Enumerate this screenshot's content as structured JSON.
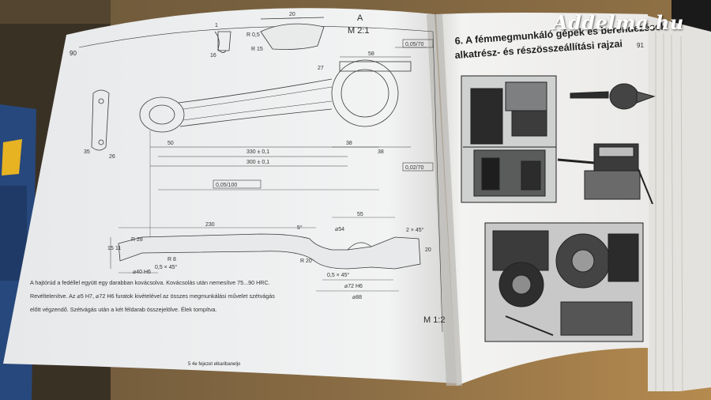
{
  "watermark": "Addelma.hu",
  "left_page": {
    "page_number": "90",
    "footer": "5 4e fejezet elkaribaneljo",
    "drawing": {
      "detail_label": "A",
      "detail_scale": "M 2:1",
      "main_scale": "M 1:2",
      "dims": {
        "d20": "20",
        "r05": "R 0,5",
        "r15": "R 15",
        "d1": "1",
        "d16": "16",
        "d58": "58",
        "d27": "27",
        "d330": "330 ± 0,1",
        "d300": "300 ± 0,1",
        "d38a": "38",
        "d38b": "38",
        "d50": "50",
        "d35": "35",
        "d26": "26",
        "d15": "15",
        "d230": "230",
        "d55": "55",
        "d20b": "20",
        "r8": "R 8",
        "r20": "R 20",
        "r28": "R 28",
        "chamfer_left": "0,5 × 45°",
        "chamfer_right": "0,5 × 45°",
        "phi40": "⌀40 H6",
        "phi72": "⌀72 H6",
        "phi88": "⌀88",
        "ang5": "5°",
        "two45": "2 × 45°",
        "tol1": "0,05/70",
        "tol2": "0,05/100",
        "tol3": "0,02/70",
        "phi54": "⌀54",
        "d11": "11"
      },
      "note_lines": [
        "A hajtórúd a fedéllel együtt egy darabban kovácsolva. Kovácsolás után nemesítve 75...90 HRC.",
        "Revéltelenítve. Az ⌀5 H7, ⌀72 H6 furatok kivételével az összes megmunkálási művelet szétvágás",
        "előtt végzendő. Szétvágás után a két féldarab összejelölve. Élek tompítva."
      ]
    }
  },
  "right_page": {
    "page_number": "91",
    "heading_lines": [
      "6. A fémmegmunkáló gépek és berendezések",
      "alkatrész- és részösszeállítási rajzai"
    ]
  }
}
